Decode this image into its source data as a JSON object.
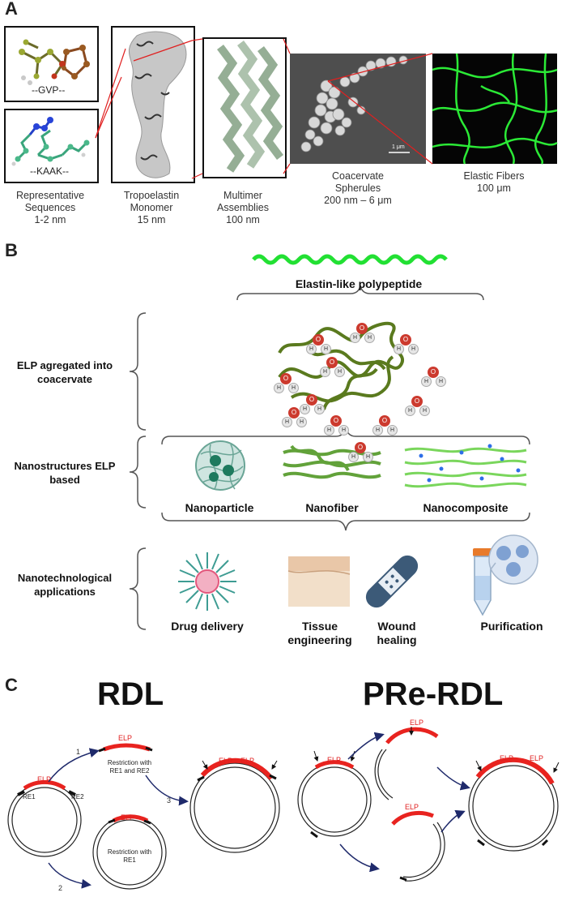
{
  "panels": {
    "a": "A",
    "b": "B",
    "c": "C"
  },
  "panel_a": {
    "seq_top": "--GVP--",
    "seq_bottom": "--KAAK--",
    "scale_bar": "1 μm",
    "captions": {
      "representative": [
        "Representative",
        "Sequences",
        "1-2 nm"
      ],
      "monomer": [
        "Tropoelastin",
        "Monomer",
        "15 nm"
      ],
      "multimer": [
        "Multimer",
        "Assemblies",
        "100 nm"
      ],
      "coacervate": [
        "Coacervate",
        "Spherules",
        "200 nm – 6 μm"
      ],
      "fibers": [
        "Elastic Fibers",
        "100 μm"
      ]
    }
  },
  "panel_b": {
    "title": "Elastin-like polypeptide",
    "rows": {
      "coacervate": [
        "ELP agregated into",
        "coacervate"
      ],
      "nanostructures": [
        "Nanostructures ELP",
        "based"
      ],
      "applications": [
        "Nanotechnological",
        "applications"
      ]
    },
    "nano_labels": [
      "Nanoparticle",
      "Nanofiber",
      "Nanocomposite"
    ],
    "app_labels": {
      "drug": "Drug delivery",
      "tissue": [
        "Tissue",
        "engineering"
      ],
      "wound": [
        "Wound",
        "healing"
      ],
      "purification": "Purification"
    },
    "water_o": "O",
    "water_h": "H"
  },
  "panel_c": {
    "rdl_title": "RDL",
    "prerdl_title": "PRe-RDL",
    "elp": "ELP",
    "re1": "RE1",
    "re2": "RE2",
    "step1": "1",
    "step2": "2",
    "step3": "3",
    "restriction_top": [
      "Restriction with",
      "RE1 and RE2"
    ],
    "restriction_bottom": [
      "Restriction with",
      "RE1"
    ]
  },
  "colors": {
    "elp_red": "#e8231f",
    "arrow_navy": "#1f2a6b",
    "green_bright": "#22e033",
    "olive": "#5a7a1e"
  }
}
